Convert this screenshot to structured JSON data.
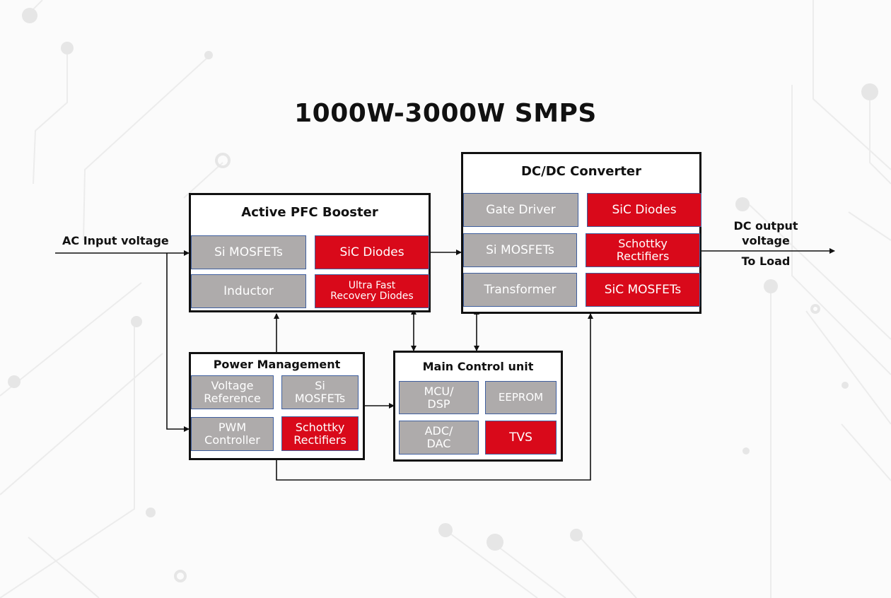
{
  "title": "1000W-3000W SMPS",
  "colors": {
    "gray_cell": "#aeabab",
    "red_cell": "#d9091a",
    "cell_border": "#3f5f9f",
    "line": "#111111"
  },
  "pfc": {
    "title": "Active PFC Booster",
    "cells": [
      {
        "label": "Si MOSFETs",
        "type": "gray"
      },
      {
        "label": "SiC Diodes",
        "type": "red"
      },
      {
        "label": "Inductor",
        "type": "gray"
      },
      {
        "label": "Ultra Fast\nRecovery Diodes",
        "type": "red"
      }
    ]
  },
  "dcdc": {
    "title": "DC/DC Converter",
    "cells": [
      {
        "label": "Gate Driver",
        "type": "gray"
      },
      {
        "label": "SiC Diodes",
        "type": "red"
      },
      {
        "label": "Si MOSFETs",
        "type": "gray"
      },
      {
        "label": "Schottky\nRectifiers",
        "type": "red"
      },
      {
        "label": "Transformer",
        "type": "gray"
      },
      {
        "label": "SiC MOSFETs",
        "type": "red"
      }
    ]
  },
  "power": {
    "title": "Power Management",
    "cells": [
      {
        "label": "Voltage\nReference",
        "type": "gray"
      },
      {
        "label": "Si\nMOSFETs",
        "type": "gray"
      },
      {
        "label": "PWM\nController",
        "type": "gray"
      },
      {
        "label": "Schottky\nRectifiers",
        "type": "red"
      }
    ]
  },
  "mcu": {
    "title": "Main Control unit",
    "cells": [
      {
        "label": "MCU/\nDSP",
        "type": "gray"
      },
      {
        "label": "EEPROM",
        "type": "gray"
      },
      {
        "label": "ADC/\nDAC",
        "type": "gray"
      },
      {
        "label": "TVS",
        "type": "red"
      }
    ]
  },
  "labels": {
    "ac_input": "AC Input voltage",
    "dc_output_line1": "DC output",
    "dc_output_line2": "voltage",
    "to_load": "To Load"
  }
}
